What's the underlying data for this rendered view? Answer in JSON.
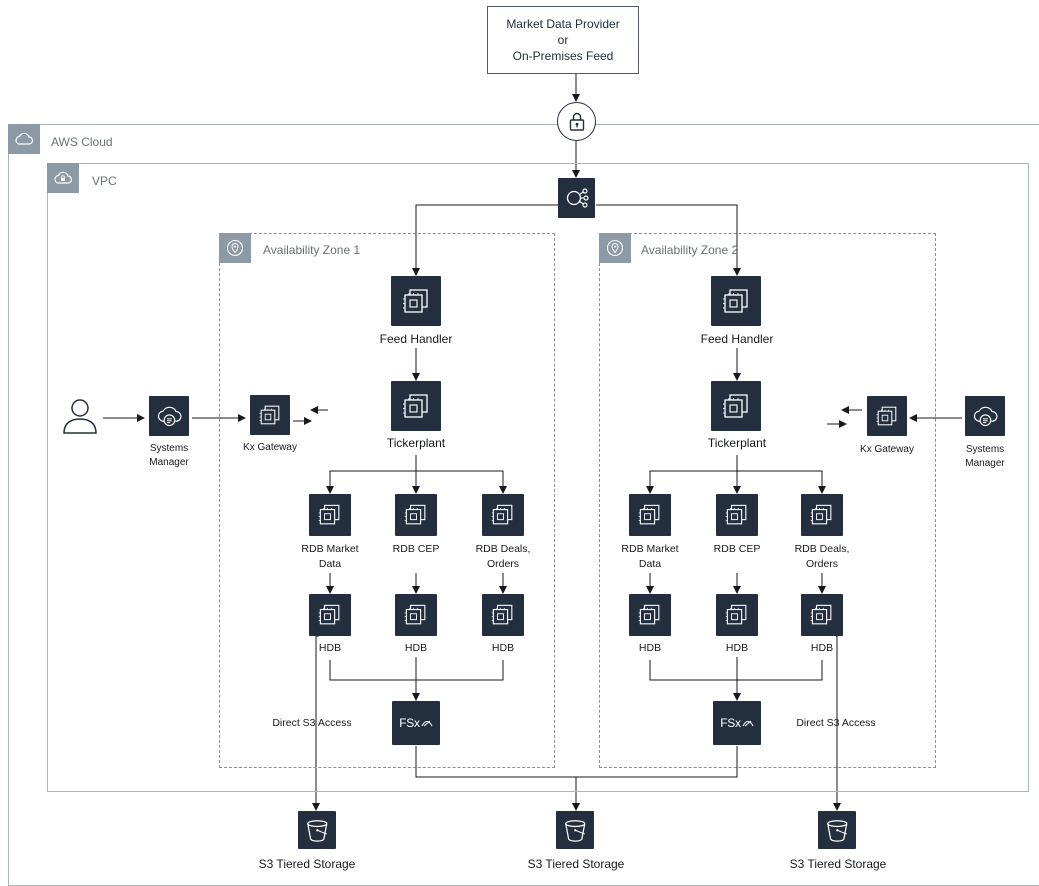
{
  "provider": {
    "line1": "Market Data Provider",
    "line2": "or",
    "line3": "On-Premises Feed"
  },
  "cloud_label": "AWS Cloud",
  "vpc_label": "VPC",
  "az1": {
    "label": "Availability Zone 1",
    "feed_handler": "Feed Handler",
    "tickerplant": "Tickerplant",
    "rdb_market_line1": "RDB Market",
    "rdb_market_line2": "Data",
    "rdb_cep": "RDB CEP",
    "rdb_deals_line1": "RDB Deals,",
    "rdb_deals_line2": "Orders",
    "hdb": "HDB",
    "kx_gateway": "Kx Gateway",
    "direct_s3": "Direct S3 Access"
  },
  "az2": {
    "label": "Availability Zone 2",
    "feed_handler": "Feed Handler",
    "tickerplant": "Tickerplant",
    "rdb_market_line1": "RDB Market",
    "rdb_market_line2": "Data",
    "rdb_cep": "RDB CEP",
    "rdb_deals_line1": "RDB Deals,",
    "rdb_deals_line2": "Orders",
    "hdb": "HDB",
    "kx_gateway": "Kx Gateway",
    "direct_s3": "Direct S3 Access"
  },
  "systems_manager_left": {
    "line1": "Systems",
    "line2": "Manager"
  },
  "systems_manager_right": {
    "line1": "Systems",
    "line2": "Manager"
  },
  "fsx_text": "FSx",
  "s3": [
    "S3 Tiered Storage",
    "S3 Tiered Storage",
    "S3 Tiered Storage"
  ],
  "colors": {
    "tile": "#232f3e",
    "group": "#8c9aa6",
    "line": "#16191f"
  },
  "icons": {
    "lock": "lock-icon",
    "load_balancer": "load-balancer-icon",
    "ec2": "ec2-instance-icon",
    "systems_manager": "systems-manager-icon",
    "user": "user-icon",
    "s3": "s3-bucket-icon",
    "fsx": "fsx-icon",
    "cloud": "cloud-icon",
    "vpc": "vpc-cloud-lock-icon",
    "az": "location-pin-icon"
  }
}
